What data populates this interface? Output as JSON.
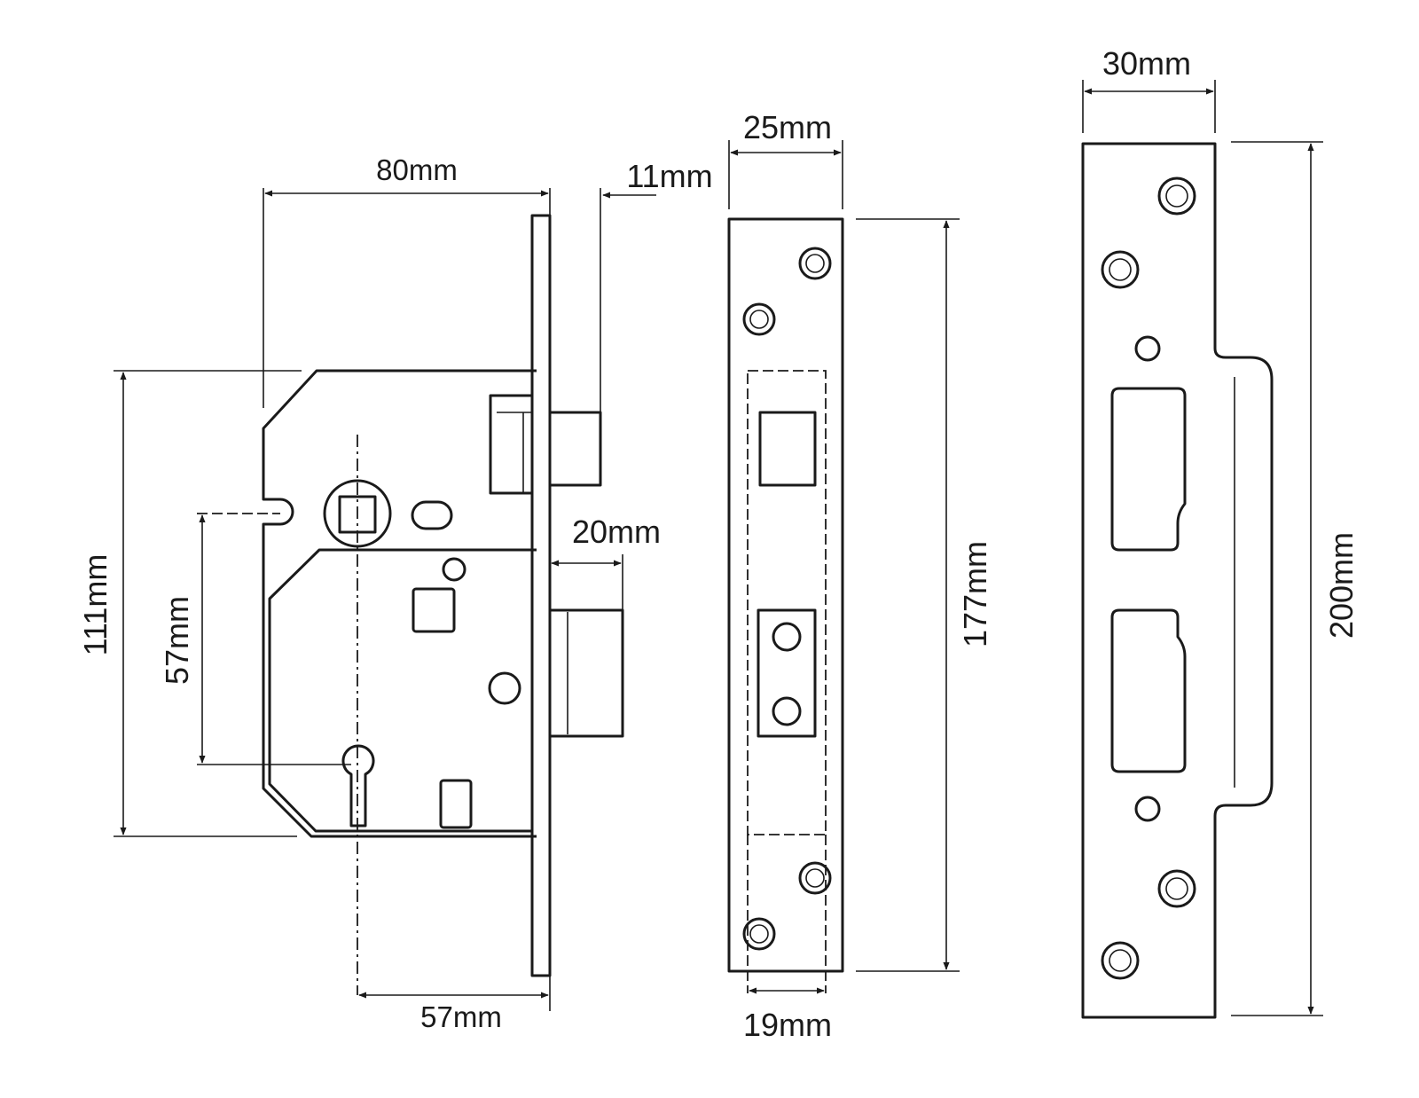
{
  "lock_case": {
    "width_label": "80mm",
    "bolt_throw_label": "11mm",
    "latch_throw_label": "20mm",
    "case_height_label": "111mm",
    "centres_label": "57mm",
    "backset_label": "57mm"
  },
  "forend": {
    "width_label": "25mm",
    "height_label": "177mm",
    "inner_width_label": "19mm"
  },
  "strike_plate": {
    "width_label": "30mm",
    "height_label": "200mm"
  }
}
